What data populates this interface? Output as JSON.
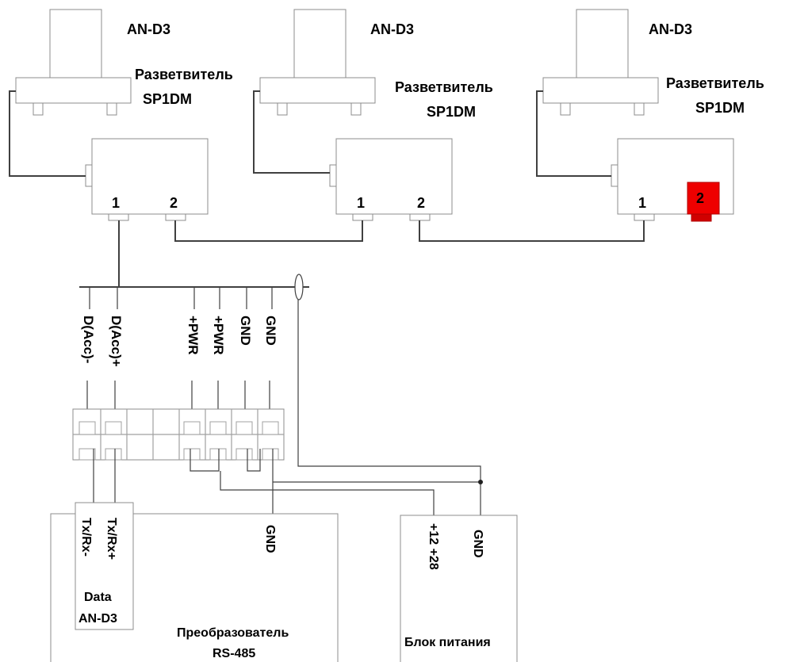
{
  "sensors": [
    {
      "label": "AN-D3",
      "splitter_label": "Разветвитель",
      "splitter_model": "SP1DM",
      "port1": "1",
      "port2": "2"
    },
    {
      "label": "AN-D3",
      "splitter_label": "Разветвитель",
      "splitter_model": "SP1DM",
      "port1": "1",
      "port2": "2"
    },
    {
      "label": "AN-D3",
      "splitter_label": "Разветвитель",
      "splitter_model": "SP1DM",
      "port1": "1",
      "port2": "2"
    }
  ],
  "terminal_signals": [
    "D(Acc)-",
    "D(Acc)+",
    "+PWR",
    "+PWR",
    "GND",
    "GND"
  ],
  "converter": {
    "pin_txrx_minus": "Tx/Rx-",
    "pin_txrx_plus": "Tx/Rx+",
    "data_label_1": "Data",
    "data_label_2": "AN-D3",
    "gnd_label": "GND",
    "title_1": "Преобразователь",
    "title_2": "RS-485"
  },
  "power_supply": {
    "voltage_label": "+12 +28",
    "gnd_label": "GND",
    "title": "Блок питания"
  },
  "colors": {
    "terminator_fill": "#ee0000",
    "terminator_port_fill": "#d00000"
  }
}
